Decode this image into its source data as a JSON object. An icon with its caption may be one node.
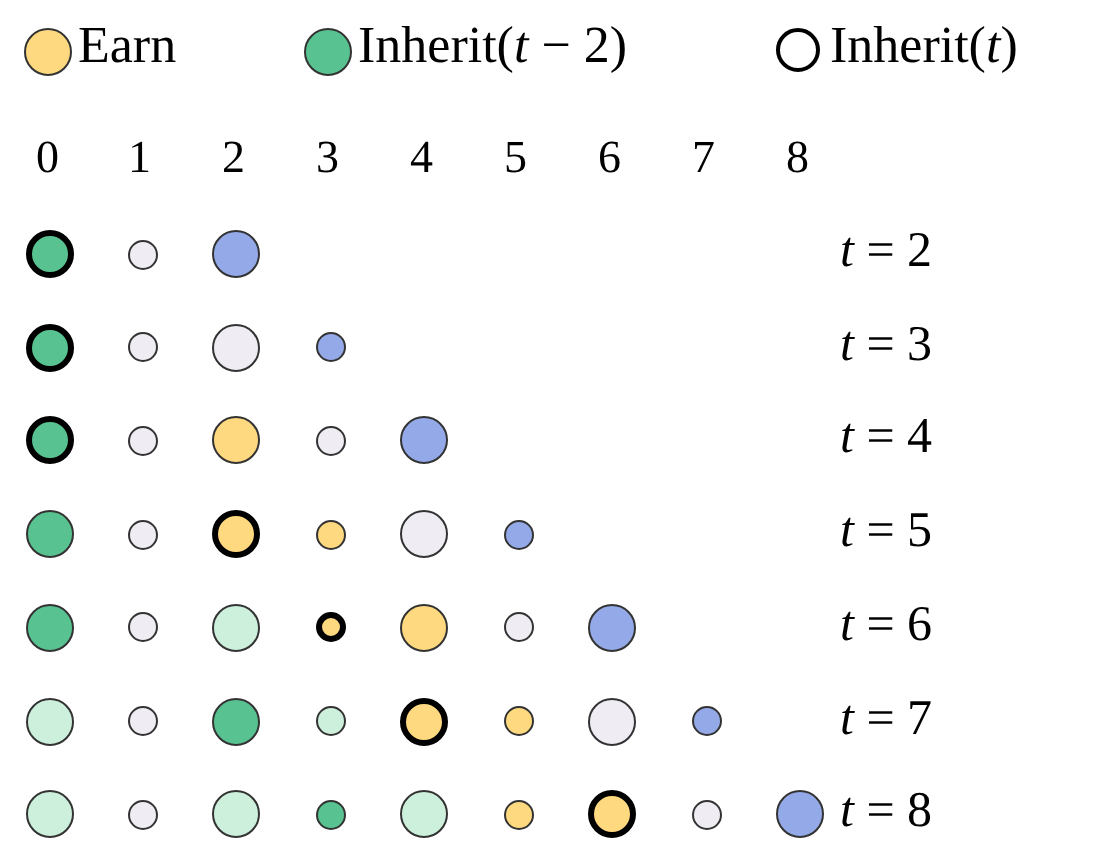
{
  "diagram": {
    "nodes": [
      {
        "text": [],
        "shape": "circle"
      },
      {
        "text": [],
        "shape": "circle"
      },
      {
        "text": [],
        "shape": "circle"
      },
      {
        "text": [],
        "shape": "circle"
      },
      {
        "text": [],
        "shape": "circle"
      },
      {
        "text": [],
        "shape": "circle"
      },
      {
        "text": [],
        "shape": "circle"
      },
      {
        "text": [],
        "shape": "circle"
      },
      {
        "text": [],
        "shape": "circle"
      },
      {
        "text": [],
        "shape": "circle"
      },
      {
        "text": [],
        "shape": "circle"
      },
      {
        "text": [],
        "shape": "circle"
      },
      {
        "text": [],
        "shape": "circle"
      },
      {
        "text": [],
        "shape": "circle"
      },
      {
        "text": [],
        "shape": "circle"
      },
      {
        "text": [],
        "shape": "circle"
      },
      {
        "text": [],
        "shape": "circle"
      },
      {
        "text": [],
        "shape": "circle"
      },
      {
        "text": [],
        "shape": "circle"
      },
      {
        "text": [],
        "shape": "circle"
      },
      {
        "text": [],
        "shape": "circle"
      },
      {
        "text": [],
        "shape": "circle"
      },
      {
        "text": [],
        "shape": "circle"
      },
      {
        "text": [],
        "shape": "circle"
      },
      {
        "text": [],
        "shape": "circle"
      },
      {
        "text": [],
        "shape": "circle"
      },
      {
        "text": [],
        "shape": "circle"
      },
      {
        "text": [],
        "shape": "circle"
      },
      {
        "text": [],
        "shape": "circle"
      },
      {
        "text": [],
        "shape": "circle"
      },
      {
        "text": [],
        "shape": "circle"
      },
      {
        "text": [],
        "shape": "circle"
      },
      {
        "text": [],
        "shape": "circle"
      },
      {
        "text": [],
        "shape": "circle"
      },
      {
        "text": [],
        "shape": "circle"
      },
      {
        "text": [],
        "shape": "circle"
      },
      {
        "text": [],
        "shape": "circle"
      },
      {
        "text": [],
        "shape": "circle"
      },
      {
        "text": [],
        "shape": "circle"
      },
      {
        "text": [],
        "shape": "circle"
      },
      {
        "text": [],
        "shape": "circle"
      },
      {
        "text": [],
        "shape": "circle"
      }
    ],
    "labels": [
      "0",
      "1",
      "2",
      "3",
      "4",
      "5",
      "6",
      "7",
      "8",
      "*t* = 2",
      "*t* = 3",
      "*t* = 4",
      "*t* = 5",
      "*t* = 6",
      "*t* = 7",
      "*t* = 8"
    ],
    "legend": [
      {
        "text": "Earn",
        "color": "#fed97f"
      },
      {
        "text": "Inherit(*t* − 2)",
        "color": "#58c391"
      },
      {
        "text": "Inherit(*t*)"
      }
    ]
  }
}
